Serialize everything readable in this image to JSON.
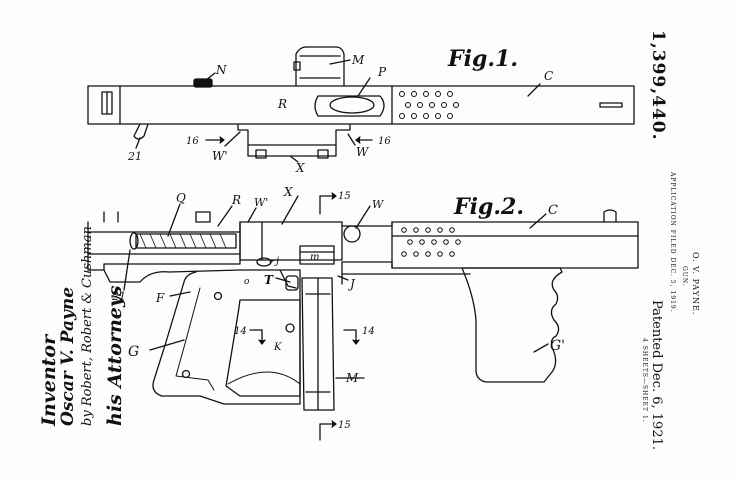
{
  "patent": {
    "number": "1,399,440.",
    "inventor_name": "O. V. PAYNE.",
    "title": "GUN.",
    "filed": "APPLICATION FILED DEC. 5, 1919.",
    "patented": "Patented Dec. 6, 1921.",
    "sheets": "4 SHEETS—SHEET 1."
  },
  "figures": {
    "fig1": {
      "title": "Fig.1.",
      "labels": {
        "n": "N",
        "m": "M",
        "p": "P",
        "c": "C",
        "r": "R",
        "sec16a": "16",
        "sec16b": "16",
        "w_prime": "W'",
        "x": "X",
        "w": "W",
        "n21": "21"
      }
    },
    "fig2": {
      "title": "Fig.2.",
      "labels": {
        "q": "Q",
        "r": "R",
        "w_prime": "W'",
        "x": "X",
        "sec15_top": "15",
        "w": "W",
        "c": "C",
        "j_small": "j",
        "m_small": "m",
        "t": "T",
        "o": "o",
        "j": "J",
        "n21": "21",
        "f": "F",
        "g": "G",
        "sec14_left": "14",
        "k": "K",
        "sec14_right": "14",
        "m": "M",
        "sec15_bottom": "15",
        "g_prime": "G'"
      }
    }
  },
  "signatures": {
    "inventor_word": "Inventor",
    "inventor": "Oscar V. Payne",
    "attorneys_signature": "by Robert, Robert & Cushman",
    "attorneys_word": "his Attorneys"
  }
}
